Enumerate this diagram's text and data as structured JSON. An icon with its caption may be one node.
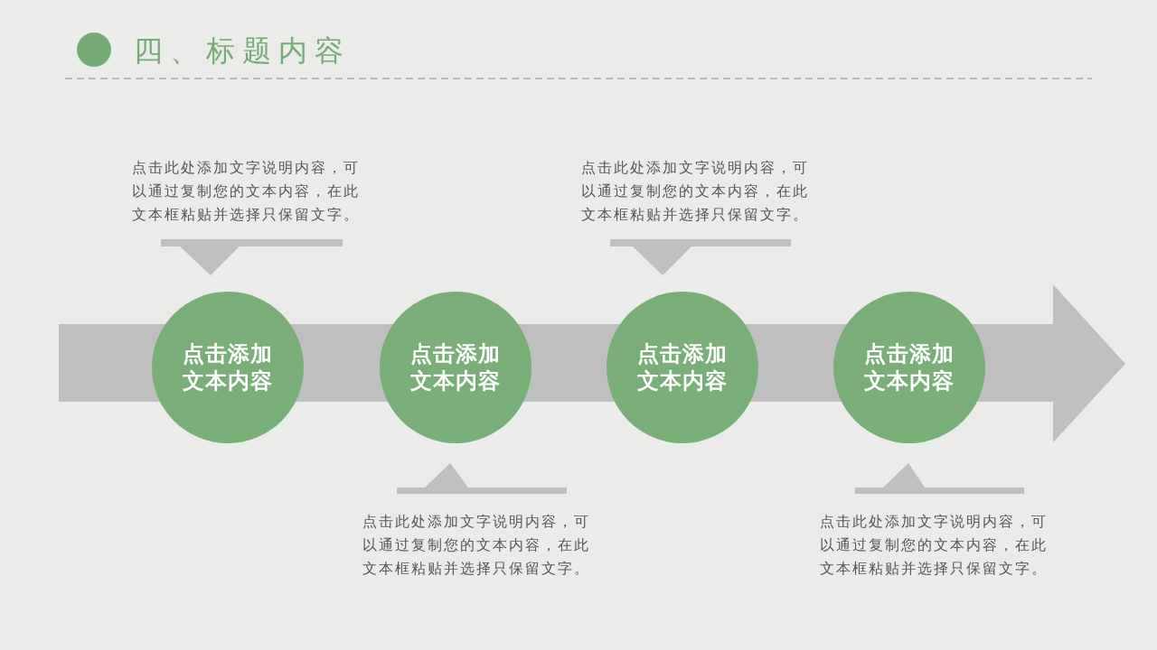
{
  "diagram": {
    "title": "四、标题内容",
    "nodes": [
      {
        "text": [
          "点击添加文本内容"
        ]
      },
      {
        "text": [
          "点击添加文本内容"
        ]
      },
      {
        "text": [
          "点击添加文本内容"
        ]
      },
      {
        "text": [
          "点击添加文本内容"
        ]
      }
    ],
    "labels": [
      "点击此处添加文字说明内容，可以通过复制您的文本内容，在此文本框粘贴并选择只保留文字。",
      "点击此处添加文字说明内容，可以通过复制您的文本内容，在此文本框粘贴并选择只保留文字。",
      "点击此处添加文字说明内容，可以通过复制您的文本内容，在此文本框粘贴并选择只保留文字。",
      "点击此处添加文字说明内容，可以通过复制您的文本内容，在此文本框粘贴并选择只保留文字。"
    ]
  }
}
